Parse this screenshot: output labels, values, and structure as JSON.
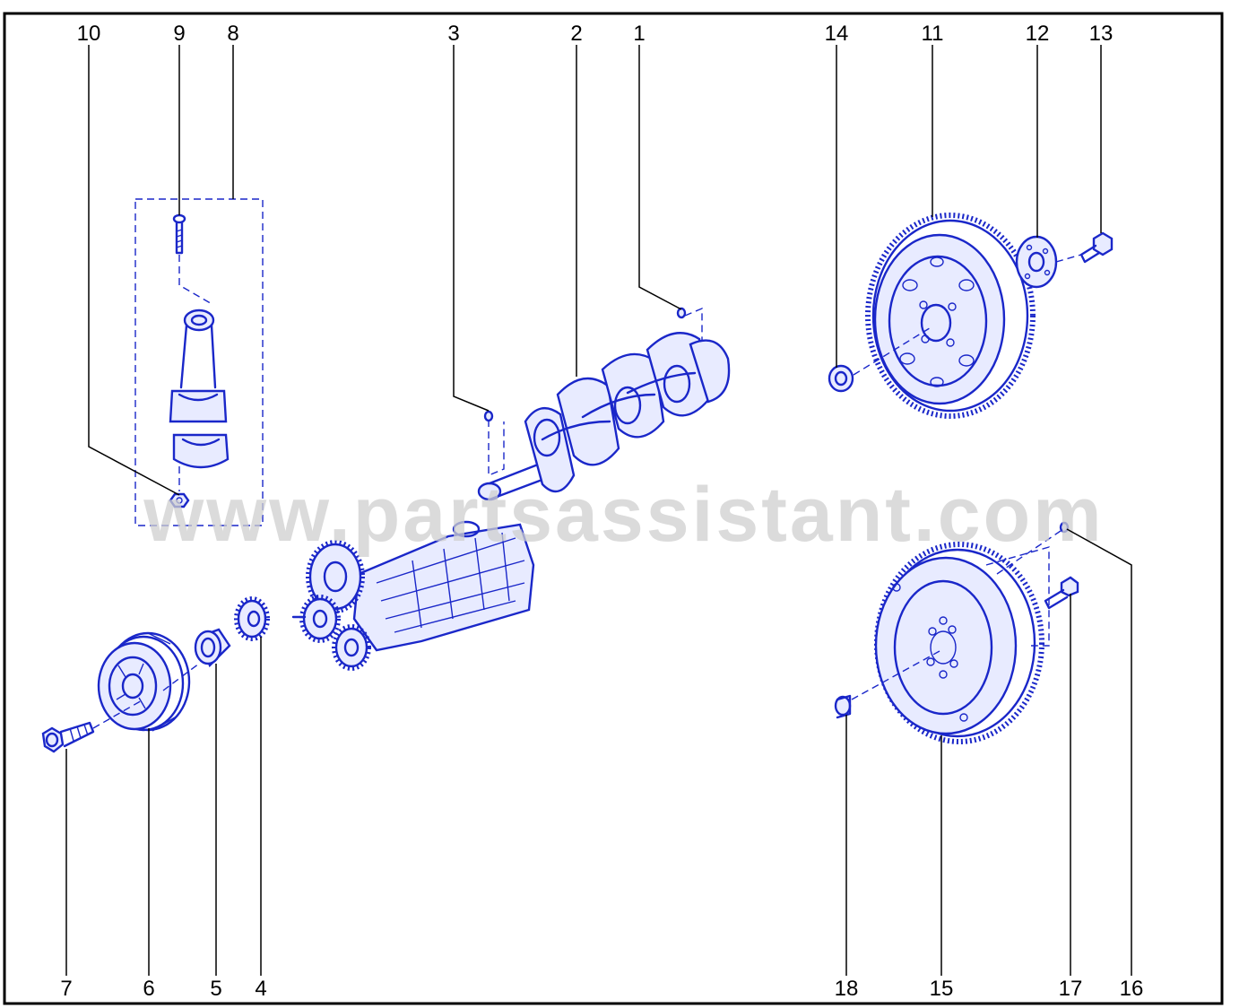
{
  "watermark": "www.partsassistant.com",
  "colors": {
    "line_art": "#1a27c9",
    "callouts": "#000000",
    "frame": "#000000",
    "watermark": "#cfcfcf"
  },
  "callouts": {
    "c1": "1",
    "c2": "2",
    "c3": "3",
    "c4": "4",
    "c5": "5",
    "c6": "6",
    "c7": "7",
    "c8": "8",
    "c9": "9",
    "c10": "10",
    "c11": "11",
    "c12": "12",
    "c13": "13",
    "c14": "14",
    "c15": "15",
    "c16": "16",
    "c17": "17",
    "c18": "18"
  }
}
